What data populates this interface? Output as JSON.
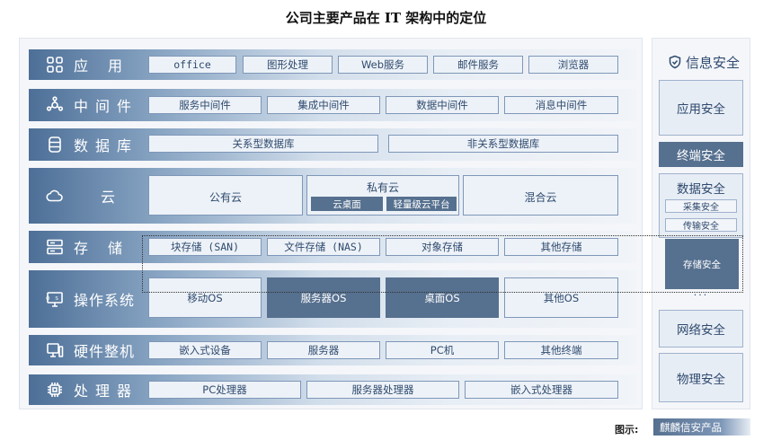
{
  "title": "公司主要产品在 IT 架构中的定位",
  "layers": {
    "app": {
      "label": "应用",
      "items": [
        "office",
        "图形处理",
        "Web服务",
        "邮件服务",
        "浏览器"
      ]
    },
    "middleware": {
      "label": "中间件",
      "items": [
        "服务中间件",
        "集成中间件",
        "数据中间件",
        "消息中间件"
      ]
    },
    "database": {
      "label": "数据库",
      "items": [
        "关系型数据库",
        "非关系型数据库"
      ]
    },
    "cloud": {
      "label": "云",
      "public": "公有云",
      "private": "私有云",
      "private_sub": [
        "云桌面",
        "轻量级云平台"
      ],
      "hybrid": "混合云"
    },
    "storage": {
      "label": "存储",
      "items": [
        "块存储 (SAN)",
        "文件存储 (NAS)",
        "对象存储",
        "其他存储"
      ]
    },
    "os": {
      "label": "操作系统",
      "items": [
        "移动OS",
        "服务器OS",
        "桌面OS",
        "其他OS"
      ]
    },
    "hardware": {
      "label": "硬件整机",
      "items": [
        "嵌入式设备",
        "服务器",
        "PC机",
        "其他终端"
      ]
    },
    "processor": {
      "label": "处理器",
      "items": [
        "PC处理器",
        "服务器处理器",
        "嵌入式处理器"
      ]
    }
  },
  "security": {
    "title": "信息安全",
    "app": "应用安全",
    "terminal": "终端安全",
    "data": "数据安全",
    "data_items": [
      "采集安全",
      "传输安全"
    ],
    "storage": "存储安全",
    "dots": "···",
    "network": "网络安全",
    "physical": "物理安全"
  },
  "caption": {
    "label": "图示:",
    "badge": "麒麟信安产品"
  },
  "colors": {
    "product_highlight": "#56708f",
    "box_fill": "#edf2f8",
    "box_border": "#7e97b8"
  },
  "icons": [
    "apps-grid-icon",
    "middleware-gear-icon",
    "database-icon",
    "cloud-icon",
    "storage-server-icon",
    "os-monitor-icon",
    "hardware-pc-icon",
    "processor-chip-icon",
    "shield-check-icon"
  ]
}
